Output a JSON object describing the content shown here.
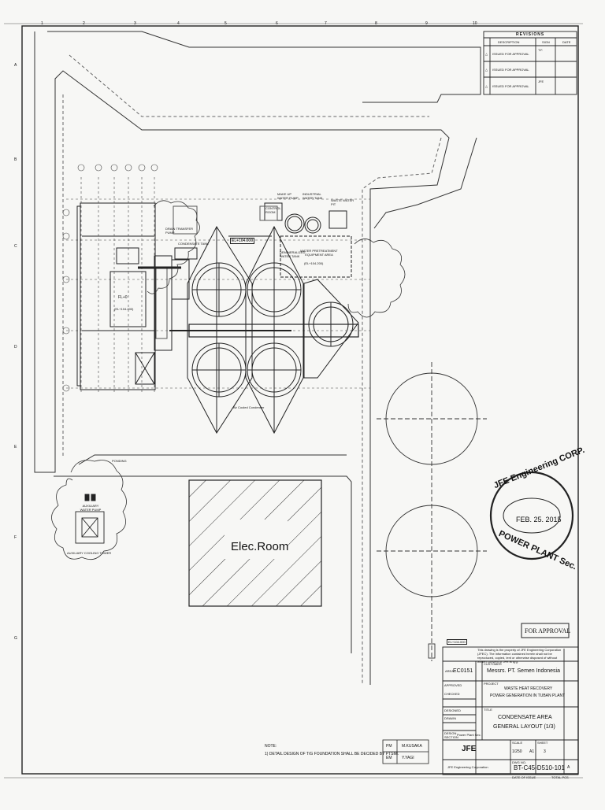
{
  "revisions": {
    "title": "REVISIONS",
    "col_description": "DESCRIPTION",
    "col_sign": "SIGN",
    "col_date": "DATE",
    "rows": [
      {
        "no": "△",
        "description": "ISSUED FOR APPROVAL",
        "sign": "T.F.",
        "date": ""
      },
      {
        "no": "△",
        "description": "ISSUED FOR APPROVAL",
        "sign": "",
        "date": ""
      },
      {
        "no": "△",
        "description": "ISSUED FOR APPROVAL",
        "sign": "JFE",
        "date": ""
      }
    ]
  },
  "grid_columns": [
    "1",
    "2",
    "3",
    "4",
    "5",
    "6",
    "7",
    "8",
    "9",
    "10"
  ],
  "grid_rows": [
    "A",
    "B",
    "C",
    "D",
    "E",
    "F",
    "G"
  ],
  "plan": {
    "tg_label": "FL+0",
    "tg_el": "(EL+104.200)",
    "condensate_tank": "CONDENSATE TANK",
    "drain_transfer": "DRAIN TRANSFER PUMP",
    "el_label": "EL+104.000",
    "makeup_pump": "MAKE UP WATER PUMP",
    "industrial_tank": "INDUSTRIAL WATER TANK",
    "control_room": "CONTROL ROOM",
    "demin_tank": "DEMINERALIZED WATER TANK",
    "waste_water": "WASTE WATER PIT",
    "water_pretreatment": "WATER PRETREATMENT EQUIPMENT AREA",
    "water_pretreatment_el": "(EL+104.200)",
    "air_cooled": "Air Cooled Condenser",
    "elec_room": "Elec.Room",
    "aux_pump": "AUXILIARY WATER PUMP",
    "aux_tower": "AUXILIARY COOLING TOWER",
    "ponding": "PONDING",
    "bottom_el": "EL+104.000"
  },
  "stamp": {
    "top": "JFE Engineering CORP.",
    "date": "FEB. 25. 2015",
    "bottom": "POWER PLANT Sec."
  },
  "for_approval": "FOR APPROVAL",
  "title_block": {
    "notice": "This drawing is the property of JFE Engineering Corporation (JFEC). The information contained herein shall not be reproduced, copied, lent or otherwise disposed of without written consent of JFE Eng'g.",
    "area_label": "AREA",
    "area": "EC0151",
    "customer_label": "CUSTOMER",
    "customer": "Messrs. PT. Semen Indonesia",
    "project_label": "PROJECT",
    "project_line1": "WASTE HEAT RECOVERY",
    "project_line2": "POWER GENERATION IN TUBAN PLANT",
    "title_label": "TITLE",
    "title_line1": "CONDENSATE AREA",
    "title_line2": "GENERAL LAYOUT (1/3)",
    "approved_label": "APPROVED",
    "checked_label": "CHECKED",
    "designed_label": "DESIGNED",
    "drawn_label": "DRAWN",
    "design_section_label": "DESIGN SECTION",
    "design_section": "Power Plant Sec.",
    "company": "JFE Engineering Corporation",
    "logo": "JFE",
    "scale_label": "SCALE",
    "scale": "1/250",
    "size": "A1",
    "sheet_label": "SHEET",
    "sheet": "3",
    "drawing_no_label": "DWG NO.",
    "drawing_no": "BT-C45-D510-101",
    "rev": "A",
    "date_of_issue": "DATE OF ISSUE",
    "total_pcs": "TOTAL PCS"
  },
  "signers": [
    {
      "role": "PM",
      "name": "M.KUSAKA"
    },
    {
      "role": "EM",
      "name": "Y.YAGI"
    }
  ],
  "note_label": "NOTE:",
  "note": "1) DETAIL DESIGN OF T/G FOUNDATION SHALL BE DECIDED BY PTSMI."
}
